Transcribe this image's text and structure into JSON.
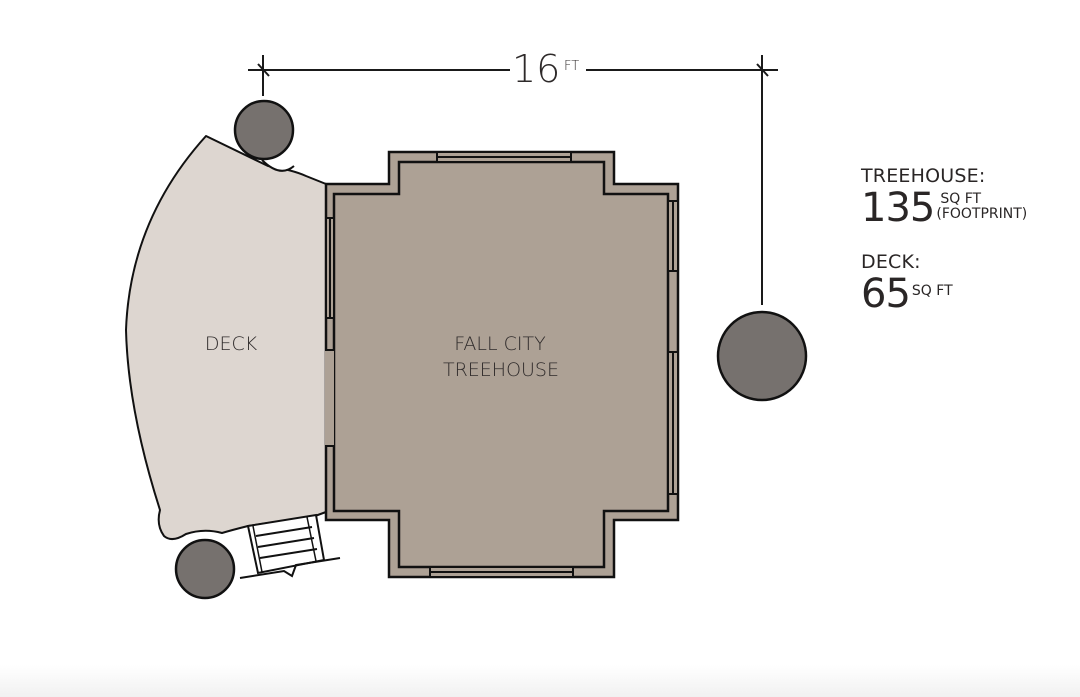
{
  "dimension": {
    "value": "16",
    "unit": "FT"
  },
  "rooms": {
    "deck_label": "DECK",
    "treehouse_label_line1": "FALL CITY",
    "treehouse_label_line2": "TREEHOUSE"
  },
  "stats": {
    "treehouse": {
      "title": "TREEHOUSE:",
      "value": "135",
      "unit_line1": "SQ FT",
      "unit_line2": "(FOOTPRINT)"
    },
    "deck": {
      "title": "DECK:",
      "value": "65",
      "unit": "SQ FT"
    }
  },
  "colors": {
    "deck_fill": "#ddd6d0",
    "treehouse_fill": "#ada195",
    "tree_fill": "#76716e",
    "line": "#111111"
  }
}
